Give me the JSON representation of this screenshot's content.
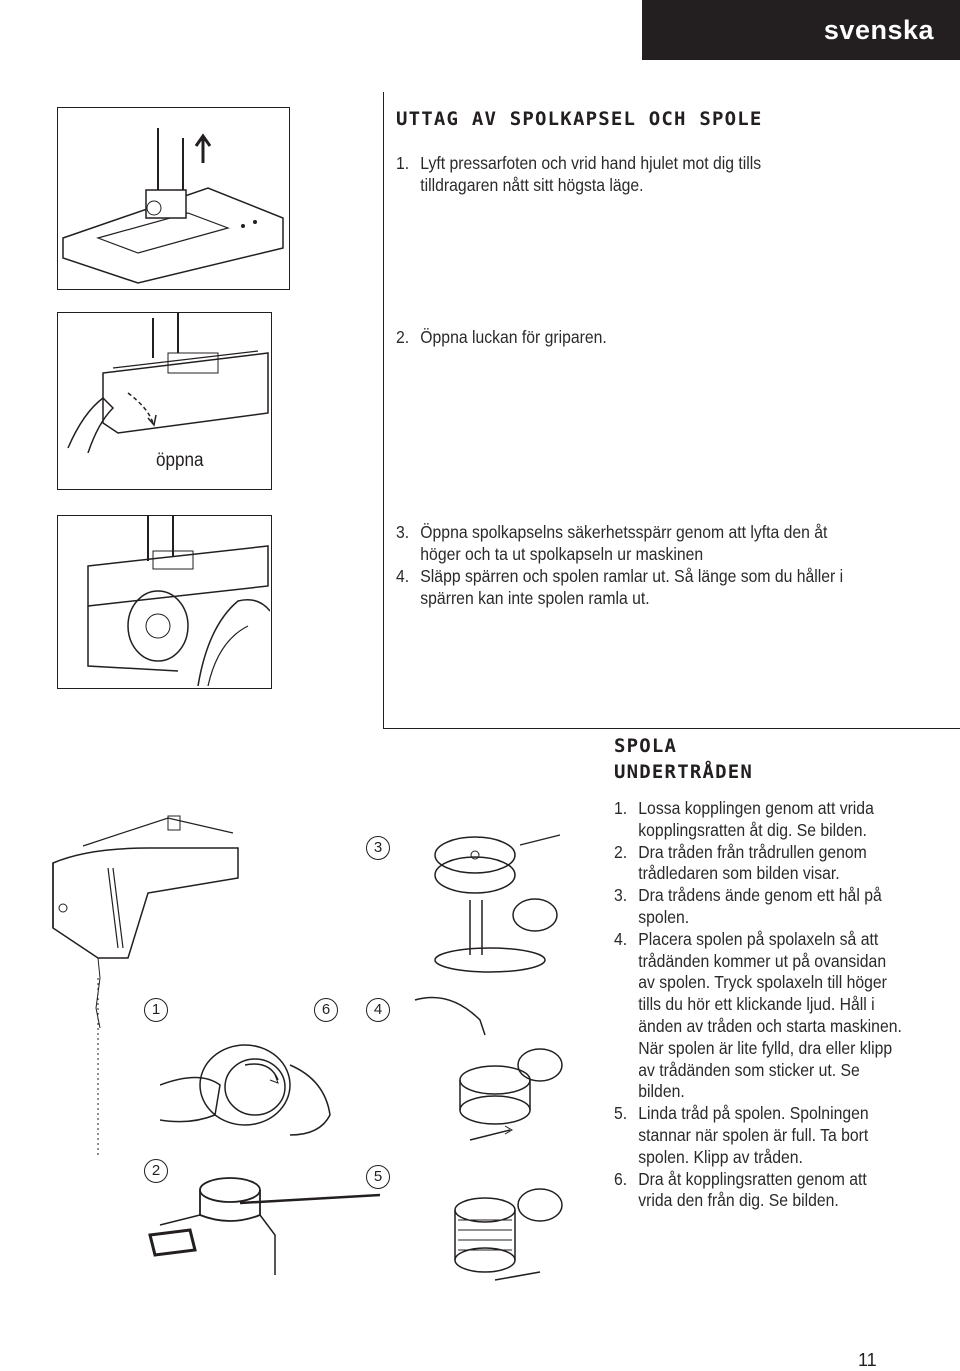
{
  "header": {
    "language": "svenska"
  },
  "section1": {
    "title": "UTTAG AV SPOLKAPSEL OCH SPOLE",
    "steps": [
      {
        "num": "1.",
        "text": "Lyft pressarfoten och vrid hand hjulet mot dig tills tilldragaren nått sitt högsta läge."
      },
      {
        "num": "2.",
        "text": "Öppna luckan för griparen."
      },
      {
        "num": "3.",
        "text": "Öppna spolkapselns säkerhetsspärr genom att lyfta den åt höger och ta ut spolkapseln ur maskinen"
      },
      {
        "num": "4.",
        "text": "Släpp spärren och spolen ramlar ut. Så länge som du håller i spärren kan inte spolen ramla ut."
      }
    ],
    "figure2_caption": "öppna"
  },
  "section2": {
    "title_line1": "SPOLA",
    "title_line2": "UNDERTRÅDEN",
    "steps": [
      {
        "num": "1.",
        "text": "Lossa kopplingen genom att vrida kopplingsratten åt dig. Se bilden."
      },
      {
        "num": "2.",
        "text": "Dra tråden från trådrullen genom trådledaren som bilden visar."
      },
      {
        "num": "3.",
        "text": "Dra trådens ände genom ett hål på spolen."
      },
      {
        "num": "4.",
        "text": "Placera spolen på spolaxeln så att trådänden kommer ut på ovansidan av spolen. Tryck spolaxeln till höger tills du hör ett klickande ljud. Håll i änden av tråden och starta maskinen. När spolen är lite fylld, dra eller klipp av trådänden som sticker ut. Se bilden."
      },
      {
        "num": "5.",
        "text": "Linda tråd på spolen. Spolningen stannar när spolen är full. Ta bort spolen. Klipp av tråden."
      },
      {
        "num": "6.",
        "text": "Dra åt kopplingsratten genom att vrida den från dig. Se bilden."
      }
    ],
    "figure_markers": [
      "1",
      "2",
      "3",
      "4",
      "5",
      "6"
    ]
  },
  "page_number": "11"
}
